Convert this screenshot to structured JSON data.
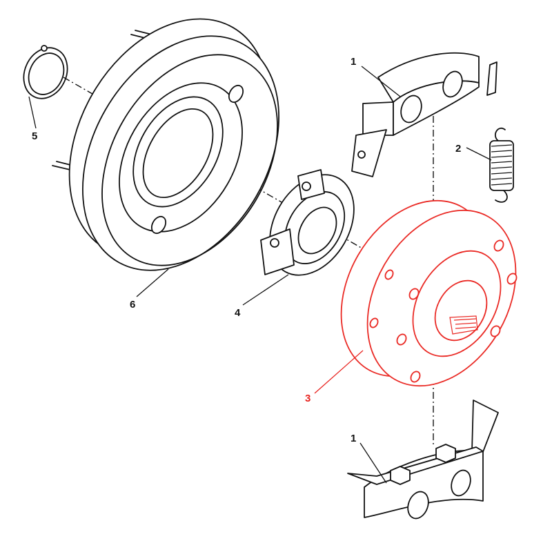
{
  "callouts": {
    "part_1_top": "1",
    "part_2": "2",
    "part_3": "3",
    "part_4": "4",
    "part_5": "5",
    "part_6": "6",
    "part_1_bottom": "1"
  },
  "colors": {
    "highlight": "#ea2a25",
    "line": "#111111",
    "background": "#ffffff"
  }
}
